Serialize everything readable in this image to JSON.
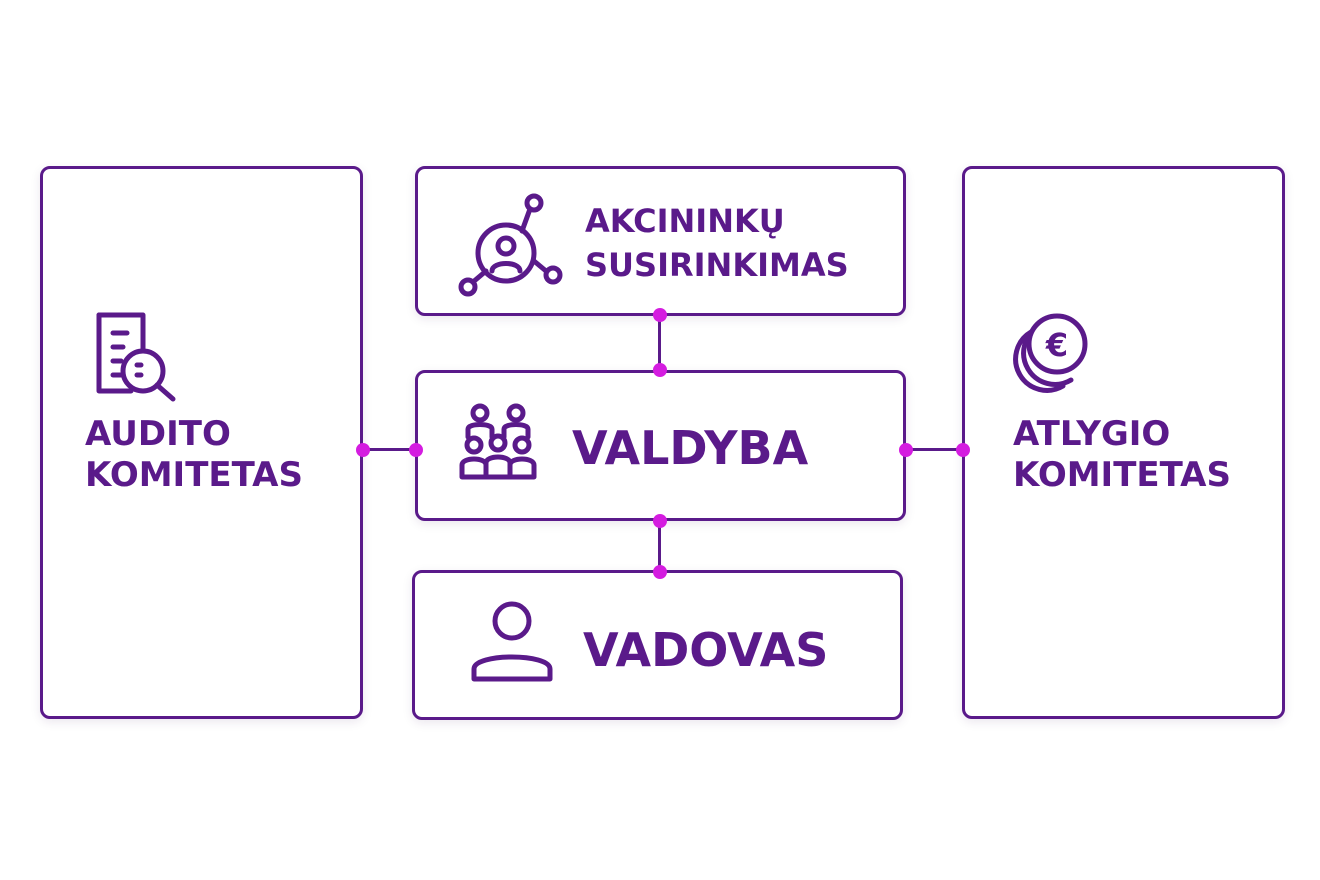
{
  "colors": {
    "border": "#5a1a8a",
    "text": "#5a1a8a",
    "connector-dot": "#d41ce0",
    "background": "#ffffff"
  },
  "nodes": {
    "audit": {
      "line1": "AUDITO",
      "line2": "KOMITETAS",
      "icon": "document-search-icon"
    },
    "shareholders": {
      "line1": "AKCININKŲ",
      "line2": "SUSIRINKIMAS",
      "icon": "network-person-icon"
    },
    "board": {
      "label": "VALDYBA",
      "icon": "group-icon"
    },
    "manager": {
      "label": "VADOVAS",
      "icon": "person-icon"
    },
    "remuneration": {
      "line1": "ATLYGIO",
      "line2": "KOMITETAS",
      "icon": "euro-coins-icon"
    }
  }
}
